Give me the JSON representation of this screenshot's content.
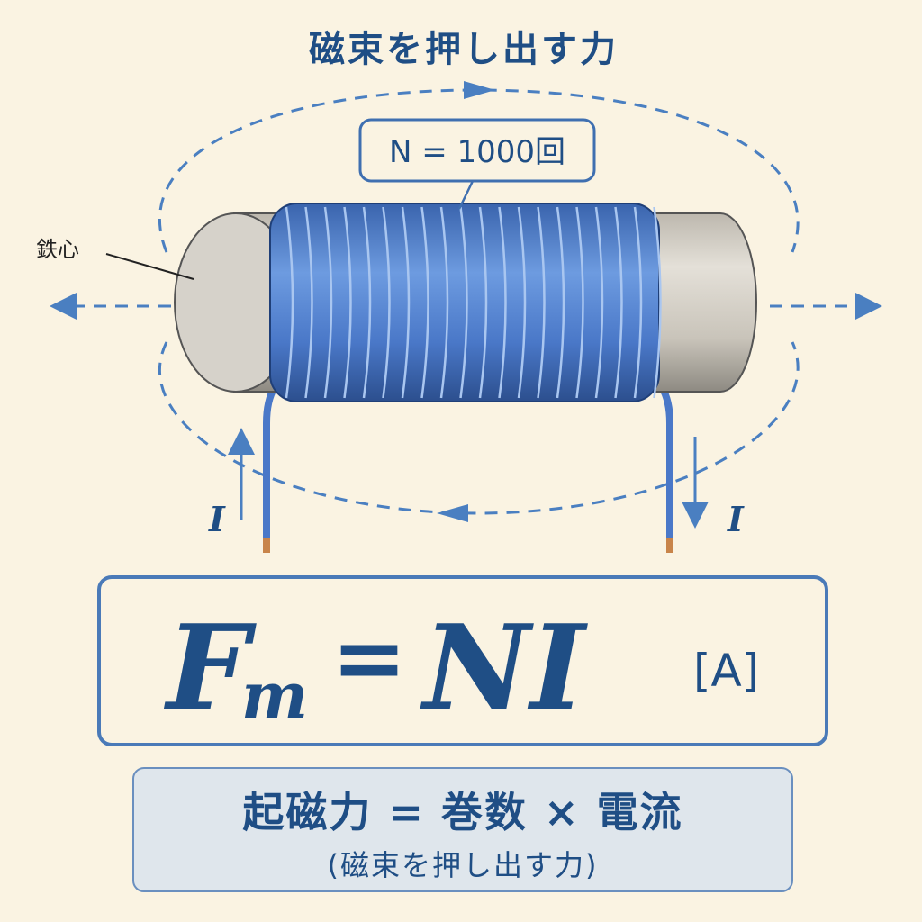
{
  "title": "磁束を押し出す力",
  "labels": {
    "turns": "N = 1000回",
    "core": "鉄心",
    "current_left": "I",
    "current_right": "I"
  },
  "formula": {
    "lhs_main": "F",
    "lhs_sub": "m",
    "equals": "=",
    "rhs": "NI",
    "unit": "[A]"
  },
  "explanation": {
    "main": "起磁力 = 巻数 × 電流",
    "sub": "(磁束を押し出す力)"
  },
  "colors": {
    "background": "#faf3e2",
    "text": "#1f4e85",
    "flux": "#4a7fc1",
    "coil": "#4a78c8"
  }
}
